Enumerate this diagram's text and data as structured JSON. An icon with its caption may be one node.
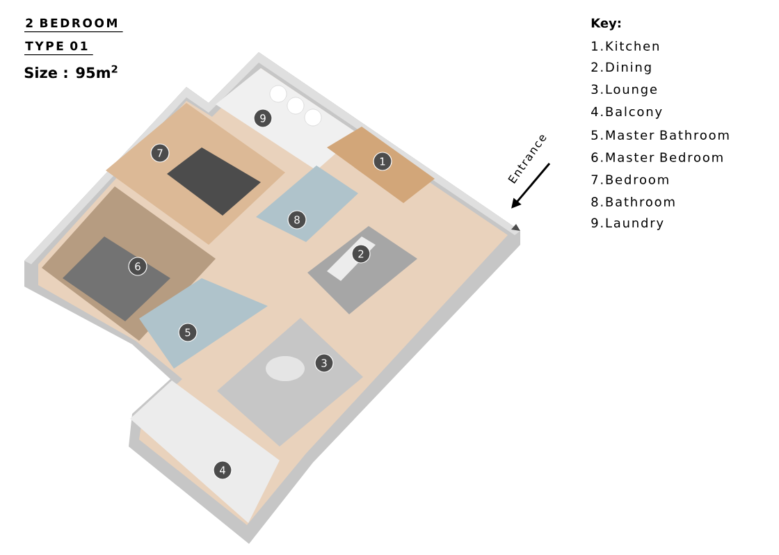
{
  "diagram": {
    "nodes": [
      {
        "text": [
          "1"
        ]
      },
      {
        "text": [
          "2"
        ]
      },
      {
        "text": [
          "3"
        ]
      },
      {
        "text": [
          "4"
        ]
      },
      {
        "text": [
          "5"
        ]
      },
      {
        "text": [
          "6"
        ]
      },
      {
        "text": [
          "7"
        ]
      },
      {
        "text": [
          "8"
        ]
      },
      {
        "text": [
          "9"
        ]
      }
    ],
    "labels": [
      "2 BEDROOM",
      "TYPE 01",
      "Size : 95m$^{2}$",
      "Entrance",
      "Key:",
      "1.Kitchen",
      "2.Dining",
      "3.Lounge",
      "4.Balcony",
      "5.Master Bathroom",
      "6.Master Bedroom",
      "7.Bedroom",
      "8.Bathroom",
      "9.Laundry"
    ]
  }
}
